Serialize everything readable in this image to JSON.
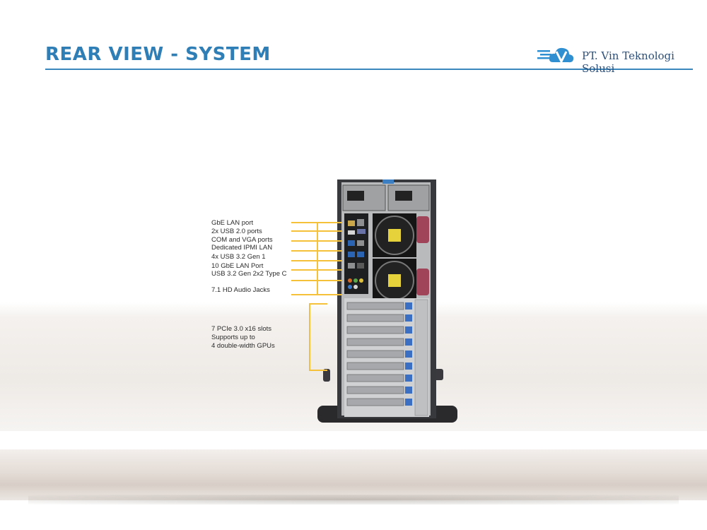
{
  "header": {
    "title": "REAR VIEW - SYSTEM",
    "company": "PT. Vin Teknologi Solusi",
    "logo_icon": "cloud-v-logo-icon",
    "accent_color": "#2f7fb6"
  },
  "callouts": [
    "GbE LAN port",
    "2x USB 2.0 ports",
    "COM and VGA ports",
    "Dedicated IPMI LAN",
    "4x USB 3.2 Gen 1",
    "10 GbE LAN Port",
    "USB 3.2 Gen 2x2 Type C",
    "7.1 HD Audio Jacks"
  ],
  "pcie_callout": {
    "line1": "7 PCIe 3.0 x16 slots",
    "line2": "Supports up to",
    "line3": "4 double-width GPUs"
  },
  "leader_color": "#f5c13a"
}
